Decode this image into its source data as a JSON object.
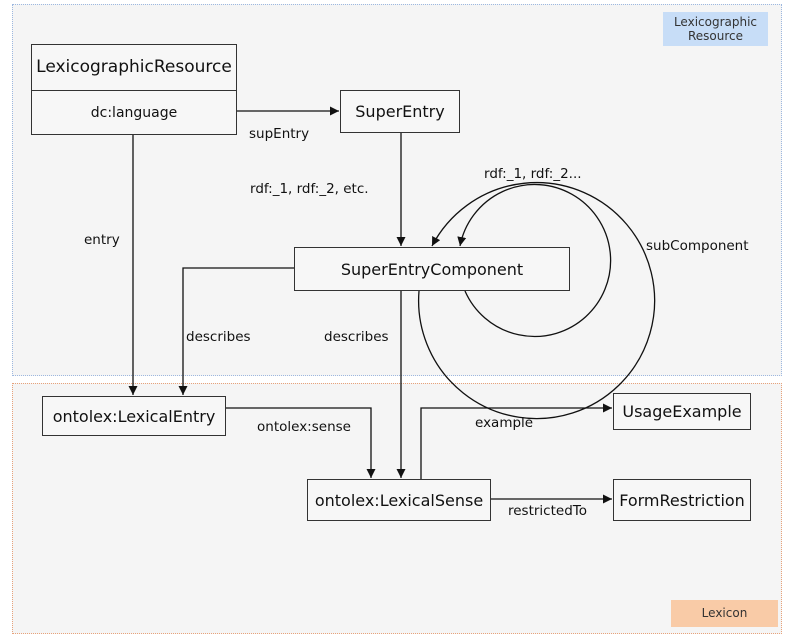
{
  "regions": {
    "lexicographic_resource": "Lexicographic\nResource",
    "lexicon": "Lexicon"
  },
  "nodes": {
    "lexicographic_resource": {
      "title": "LexicographicResource",
      "attribute": "dc:language"
    },
    "super_entry": "SuperEntry",
    "super_entry_component": "SuperEntryComponent",
    "lexical_entry": "ontolex:LexicalEntry",
    "lexical_sense": "ontolex:LexicalSense",
    "usage_example": "UsageExample",
    "form_restriction": "FormRestriction"
  },
  "edges": {
    "sup_entry": "supEntry",
    "rdf_members": "rdf:_1, rdf:_2, etc.",
    "rdf_members_short": "rdf:_1, rdf:_2...",
    "sub_component": "subComponent",
    "entry": "entry",
    "describes_entry": "describes",
    "describes_sense": "describes",
    "ontolex_sense": "ontolex:sense",
    "example": "example",
    "restricted_to": "restrictedTo"
  },
  "colors": {
    "lexicographic_region_border": "#9db8e0",
    "lexicographic_label_bg": "#c7ddf7",
    "lexicon_region_border": "#e8a27a",
    "lexicon_label_bg": "#f9cba7",
    "edge": "#111111"
  }
}
